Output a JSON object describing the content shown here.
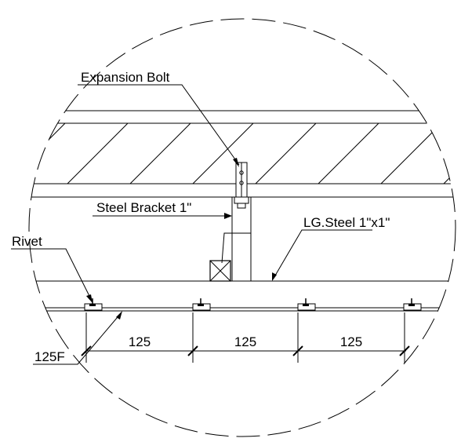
{
  "labels": {
    "expansion_bolt": "Expansion Bolt",
    "steel_bracket": "Steel Bracket 1\"",
    "lg_steel": "LG.Steel 1\"x1\"",
    "rivet": "Rivet",
    "panel": "125F"
  },
  "dimensions": [
    "125",
    "125",
    "125"
  ],
  "colors": {
    "line": "#000000",
    "background": "#ffffff"
  }
}
